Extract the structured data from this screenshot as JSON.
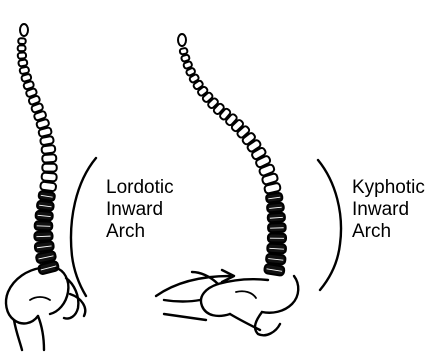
{
  "labels": {
    "left": [
      "Lordotic",
      "Inward",
      "Arch"
    ],
    "right": [
      "Kyphotic",
      "Inward",
      "Arch"
    ]
  },
  "colors": {
    "ink": "#000000",
    "background": "#ffffff"
  }
}
